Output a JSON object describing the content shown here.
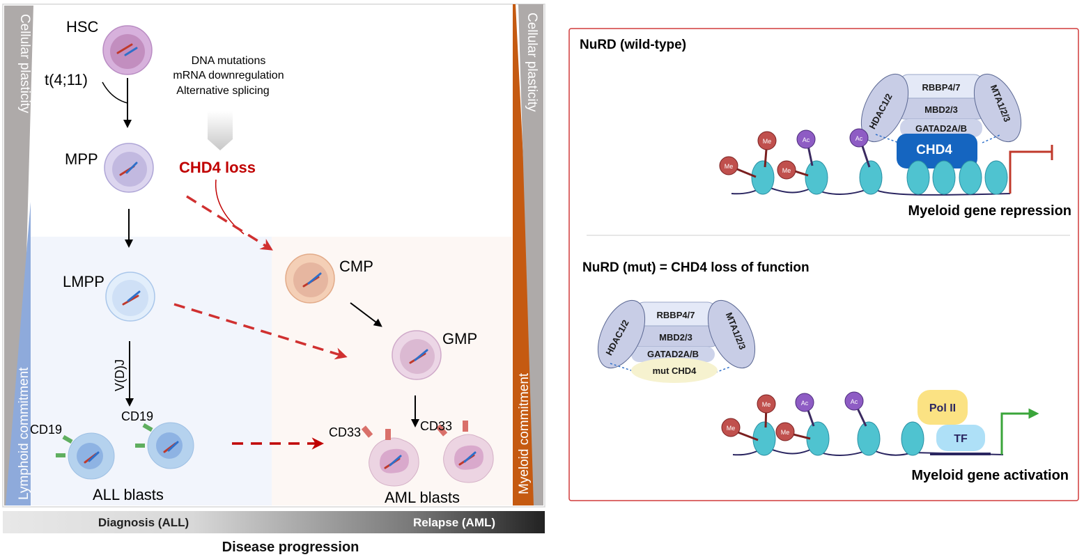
{
  "left_panel": {
    "side_labels": {
      "left_top": "Cellular plasticity",
      "left_bottom": "Lymphoid commitment",
      "right_top": "Cellular plasticity",
      "right_bottom": "Myeloid commitment"
    },
    "cells": {
      "hsc": "HSC",
      "mpp": "MPP",
      "lmpp": "LMPP",
      "cmp": "CMP",
      "gmp": "GMP",
      "all_blasts": "ALL blasts",
      "aml_blasts": "AML blasts"
    },
    "annotations": {
      "translocation": "t(4;11)",
      "vdj": "V(D)J",
      "cd19_a": "CD19",
      "cd19_b": "CD19",
      "cd33_a": "CD33",
      "cd33_b": "CD33",
      "mechanisms": [
        "DNA mutations",
        "mRNA downregulation",
        "Alternative splicing"
      ],
      "chd4_loss": "CHD4 loss"
    },
    "progression_bar": {
      "left": "Diagnosis (ALL)",
      "right": "Relapse (AML)",
      "caption": "Disease progression"
    },
    "colors": {
      "plasticity_gray": "#aeaaa9",
      "lymphoid_blue": "#8eaadb",
      "myeloid_orange": "#c55a11",
      "chd4_red": "#c00000",
      "dashed_arrow": "#d03030"
    }
  },
  "right_panel": {
    "wild_type": {
      "title": "NuRD (wild-type)",
      "subunits": {
        "hdac": "HDAC1/2",
        "rbbp": "RBBP4/7",
        "mbd": "MBD2/3",
        "gatad": "GATAD2A/B",
        "mta": "MTA1/2/3",
        "chd4": "CHD4"
      },
      "marks": [
        "Me",
        "Me",
        "Me",
        "Ac",
        "Ac"
      ],
      "outcome": "Myeloid gene repression"
    },
    "mutant": {
      "title": "NuRD (mut) = CHD4 loss of function",
      "subunits": {
        "hdac": "HDAC1/2",
        "rbbp": "RBBP4/7",
        "mbd": "MBD2/3",
        "gatad": "GATAD2A/B",
        "mta": "MTA1/2/3",
        "chd4": "mut CHD4"
      },
      "marks": [
        "Me",
        "Me",
        "Me",
        "Ac",
        "Ac"
      ],
      "pol2": "Pol II",
      "tf": "TF",
      "outcome": "Myeloid gene activation"
    },
    "colors": {
      "border": "#d03a3a",
      "chd4_blue": "#1565c0",
      "nucleosome": "#4fc3d0",
      "me_red": "#c0504d",
      "ac_purple": "#8e5cc4",
      "repress_red": "#c0392b",
      "activate_green": "#3aa53a",
      "pol2_yellow": "#fbe283",
      "tf_blue": "#aee0f7"
    }
  }
}
